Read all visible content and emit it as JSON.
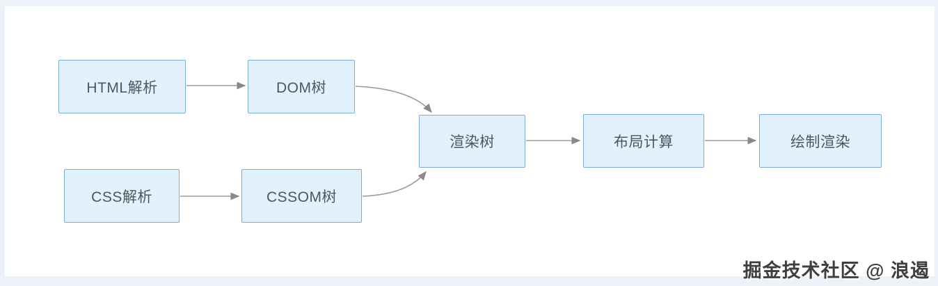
{
  "diagram": {
    "title_semantic": "browser-rendering-pipeline-flowchart",
    "nodes": [
      {
        "id": "html-parse",
        "label": "HTML解析"
      },
      {
        "id": "dom-tree",
        "label": "DOM树"
      },
      {
        "id": "css-parse",
        "label": "CSS解析"
      },
      {
        "id": "cssom-tree",
        "label": "CSSOM树"
      },
      {
        "id": "render-tree",
        "label": "渲染树"
      },
      {
        "id": "layout-calc",
        "label": "布局计算"
      },
      {
        "id": "paint-render",
        "label": "绘制渲染"
      }
    ],
    "edges": [
      {
        "from": "html-parse",
        "to": "dom-tree"
      },
      {
        "from": "css-parse",
        "to": "cssom-tree"
      },
      {
        "from": "dom-tree",
        "to": "render-tree"
      },
      {
        "from": "cssom-tree",
        "to": "render-tree"
      },
      {
        "from": "render-tree",
        "to": "layout-calc"
      },
      {
        "from": "layout-calc",
        "to": "paint-render"
      }
    ],
    "colors": {
      "node_fill": "#e2f2fd",
      "node_border": "#7aa7e6",
      "arrow": "#9b9b9b",
      "arrowhead": "#8a8a8a",
      "text": "#4f565c",
      "canvas": "#ffffff",
      "frame": "#edf1f8",
      "watermark": "#3f3f3f"
    }
  },
  "watermark": {
    "text": "掘金技术社区 @ 浪遏"
  }
}
